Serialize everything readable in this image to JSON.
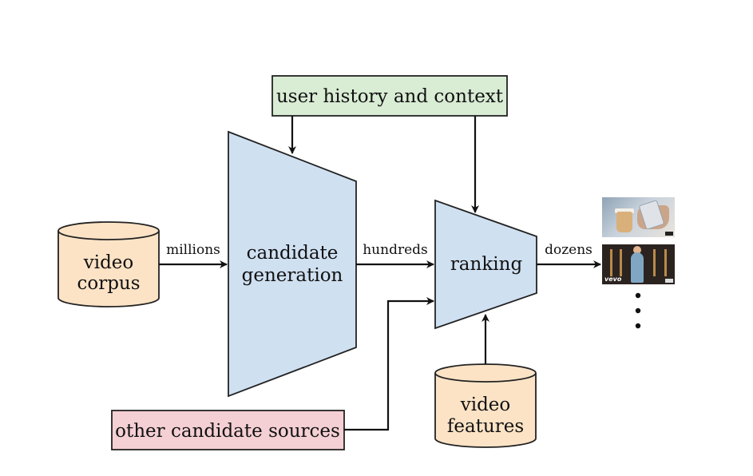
{
  "context_box": {
    "label": "user history and context"
  },
  "other_sources_box": {
    "label": "other candidate sources"
  },
  "video_corpus": {
    "line1": "video",
    "line2": "corpus"
  },
  "video_features": {
    "line1": "video",
    "line2": "features"
  },
  "candidate_generation": {
    "line1": "candidate",
    "line2": "generation"
  },
  "ranking": {
    "label": "ranking"
  },
  "flow_labels": {
    "millions": "millions",
    "hundreds": "hundreds",
    "dozens": "dozens"
  },
  "thumbnails": {
    "second_logo": "vevo"
  },
  "colors": {
    "context_fill": "#d9ecd4",
    "other_sources_fill": "#f4cfd3",
    "funnel_fill": "#cfe0f1",
    "database_fill": "#fce3c6"
  }
}
